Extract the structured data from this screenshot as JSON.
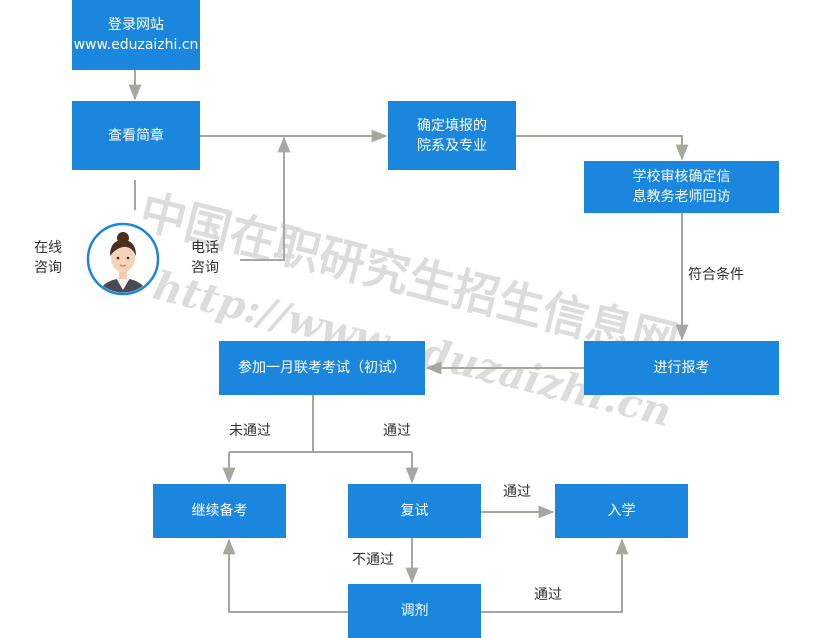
{
  "steps": {
    "login": {
      "line1": "登录网站",
      "line2": "www.eduzaizhi.cn"
    },
    "view_brochure": "查看简章",
    "confirm_major": {
      "line1": "确定填报的",
      "line2": "院系及专业"
    },
    "school_review": {
      "line1": "学校审核确定信",
      "line2": "息教务老师回访"
    },
    "register": "进行报考",
    "january_exam": "参加一月联考考试（初试）",
    "continue_prep": "继续备考",
    "retest": "复试",
    "enroll": "入学",
    "adjustment": "调剂"
  },
  "labels": {
    "online_consult": {
      "line1": "在线",
      "line2": "咨询"
    },
    "phone_consult": {
      "line1": "电话",
      "line2": "咨询"
    },
    "qualified": "符合条件",
    "not_passed_1": "未通过",
    "passed_1": "通过",
    "passed_2": "通过",
    "not_passed_2": "不通过",
    "passed_3": "通过"
  },
  "watermark": {
    "line1": "中国在职研究生招生信息网",
    "line2": "http://www.eduzaizhi.cn"
  },
  "icons": {
    "consultant": "consultant-avatar-icon"
  },
  "colors": {
    "box": "#1a86de",
    "connector": "#a3a99e",
    "text": "#333333",
    "watermark": "#dcdcdc"
  }
}
